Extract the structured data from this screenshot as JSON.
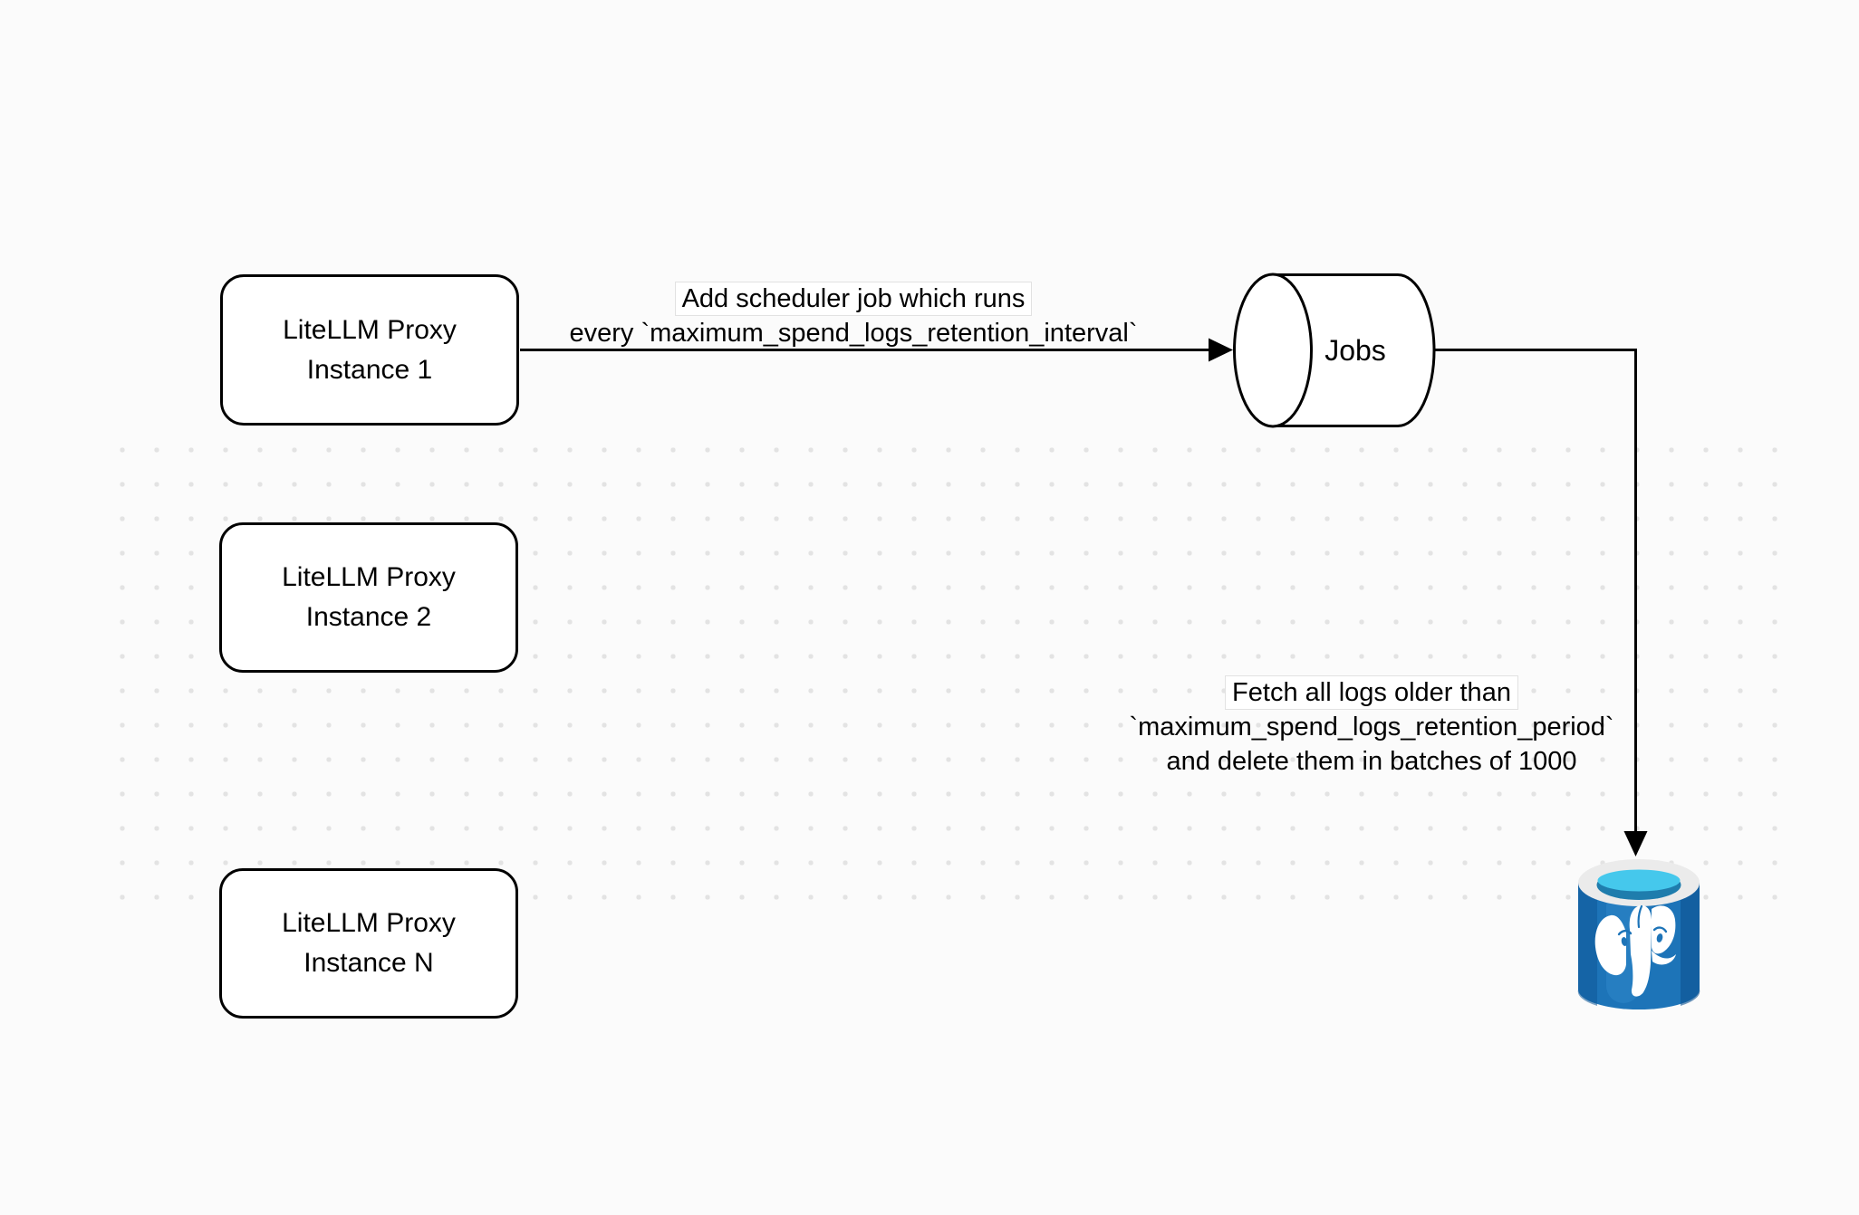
{
  "diagram": {
    "title": "LiteLLM spend-logs retention scheduler diagram",
    "background_color": "#fbfbfb",
    "grid_dot_color": "#e3e3e3"
  },
  "nodes": {
    "instance1": {
      "title_line1": "LiteLLM Proxy",
      "title_line2": "Instance 1"
    },
    "instance2": {
      "title_line1": "LiteLLM Proxy",
      "title_line2": "Instance 2"
    },
    "instanceN": {
      "title_line1": "LiteLLM Proxy",
      "title_line2": "Instance N"
    },
    "jobs_queue": {
      "label": "Jobs",
      "shape": "horizontal-cylinder"
    },
    "postgres_db": {
      "icon": "postgresql-database-icon"
    }
  },
  "edges": {
    "add_scheduler": {
      "from": "instance1",
      "to": "jobs_queue",
      "label_line1": "Add scheduler job which runs",
      "label_line2": "every `maximum_spend_logs_retention_interval`"
    },
    "fetch_delete": {
      "from": "jobs_queue",
      "to": "postgres_db",
      "label_line1": "Fetch all logs older than",
      "label_line2": "`maximum_spend_logs_retention_period`",
      "label_line3": "and delete them in batches of 1000"
    }
  },
  "colors": {
    "stroke": "#000000",
    "node_fill": "#ffffff",
    "postgres_body_blue": "#1d74b8",
    "postgres_body_dark": "#0f5898",
    "postgres_body_light": "#3c96d8",
    "postgres_rim_gray": "#ebebeb",
    "postgres_water_cyan": "#45c8ec",
    "postgres_water_dark": "#1f7dad",
    "elephant_white": "#ffffff"
  }
}
